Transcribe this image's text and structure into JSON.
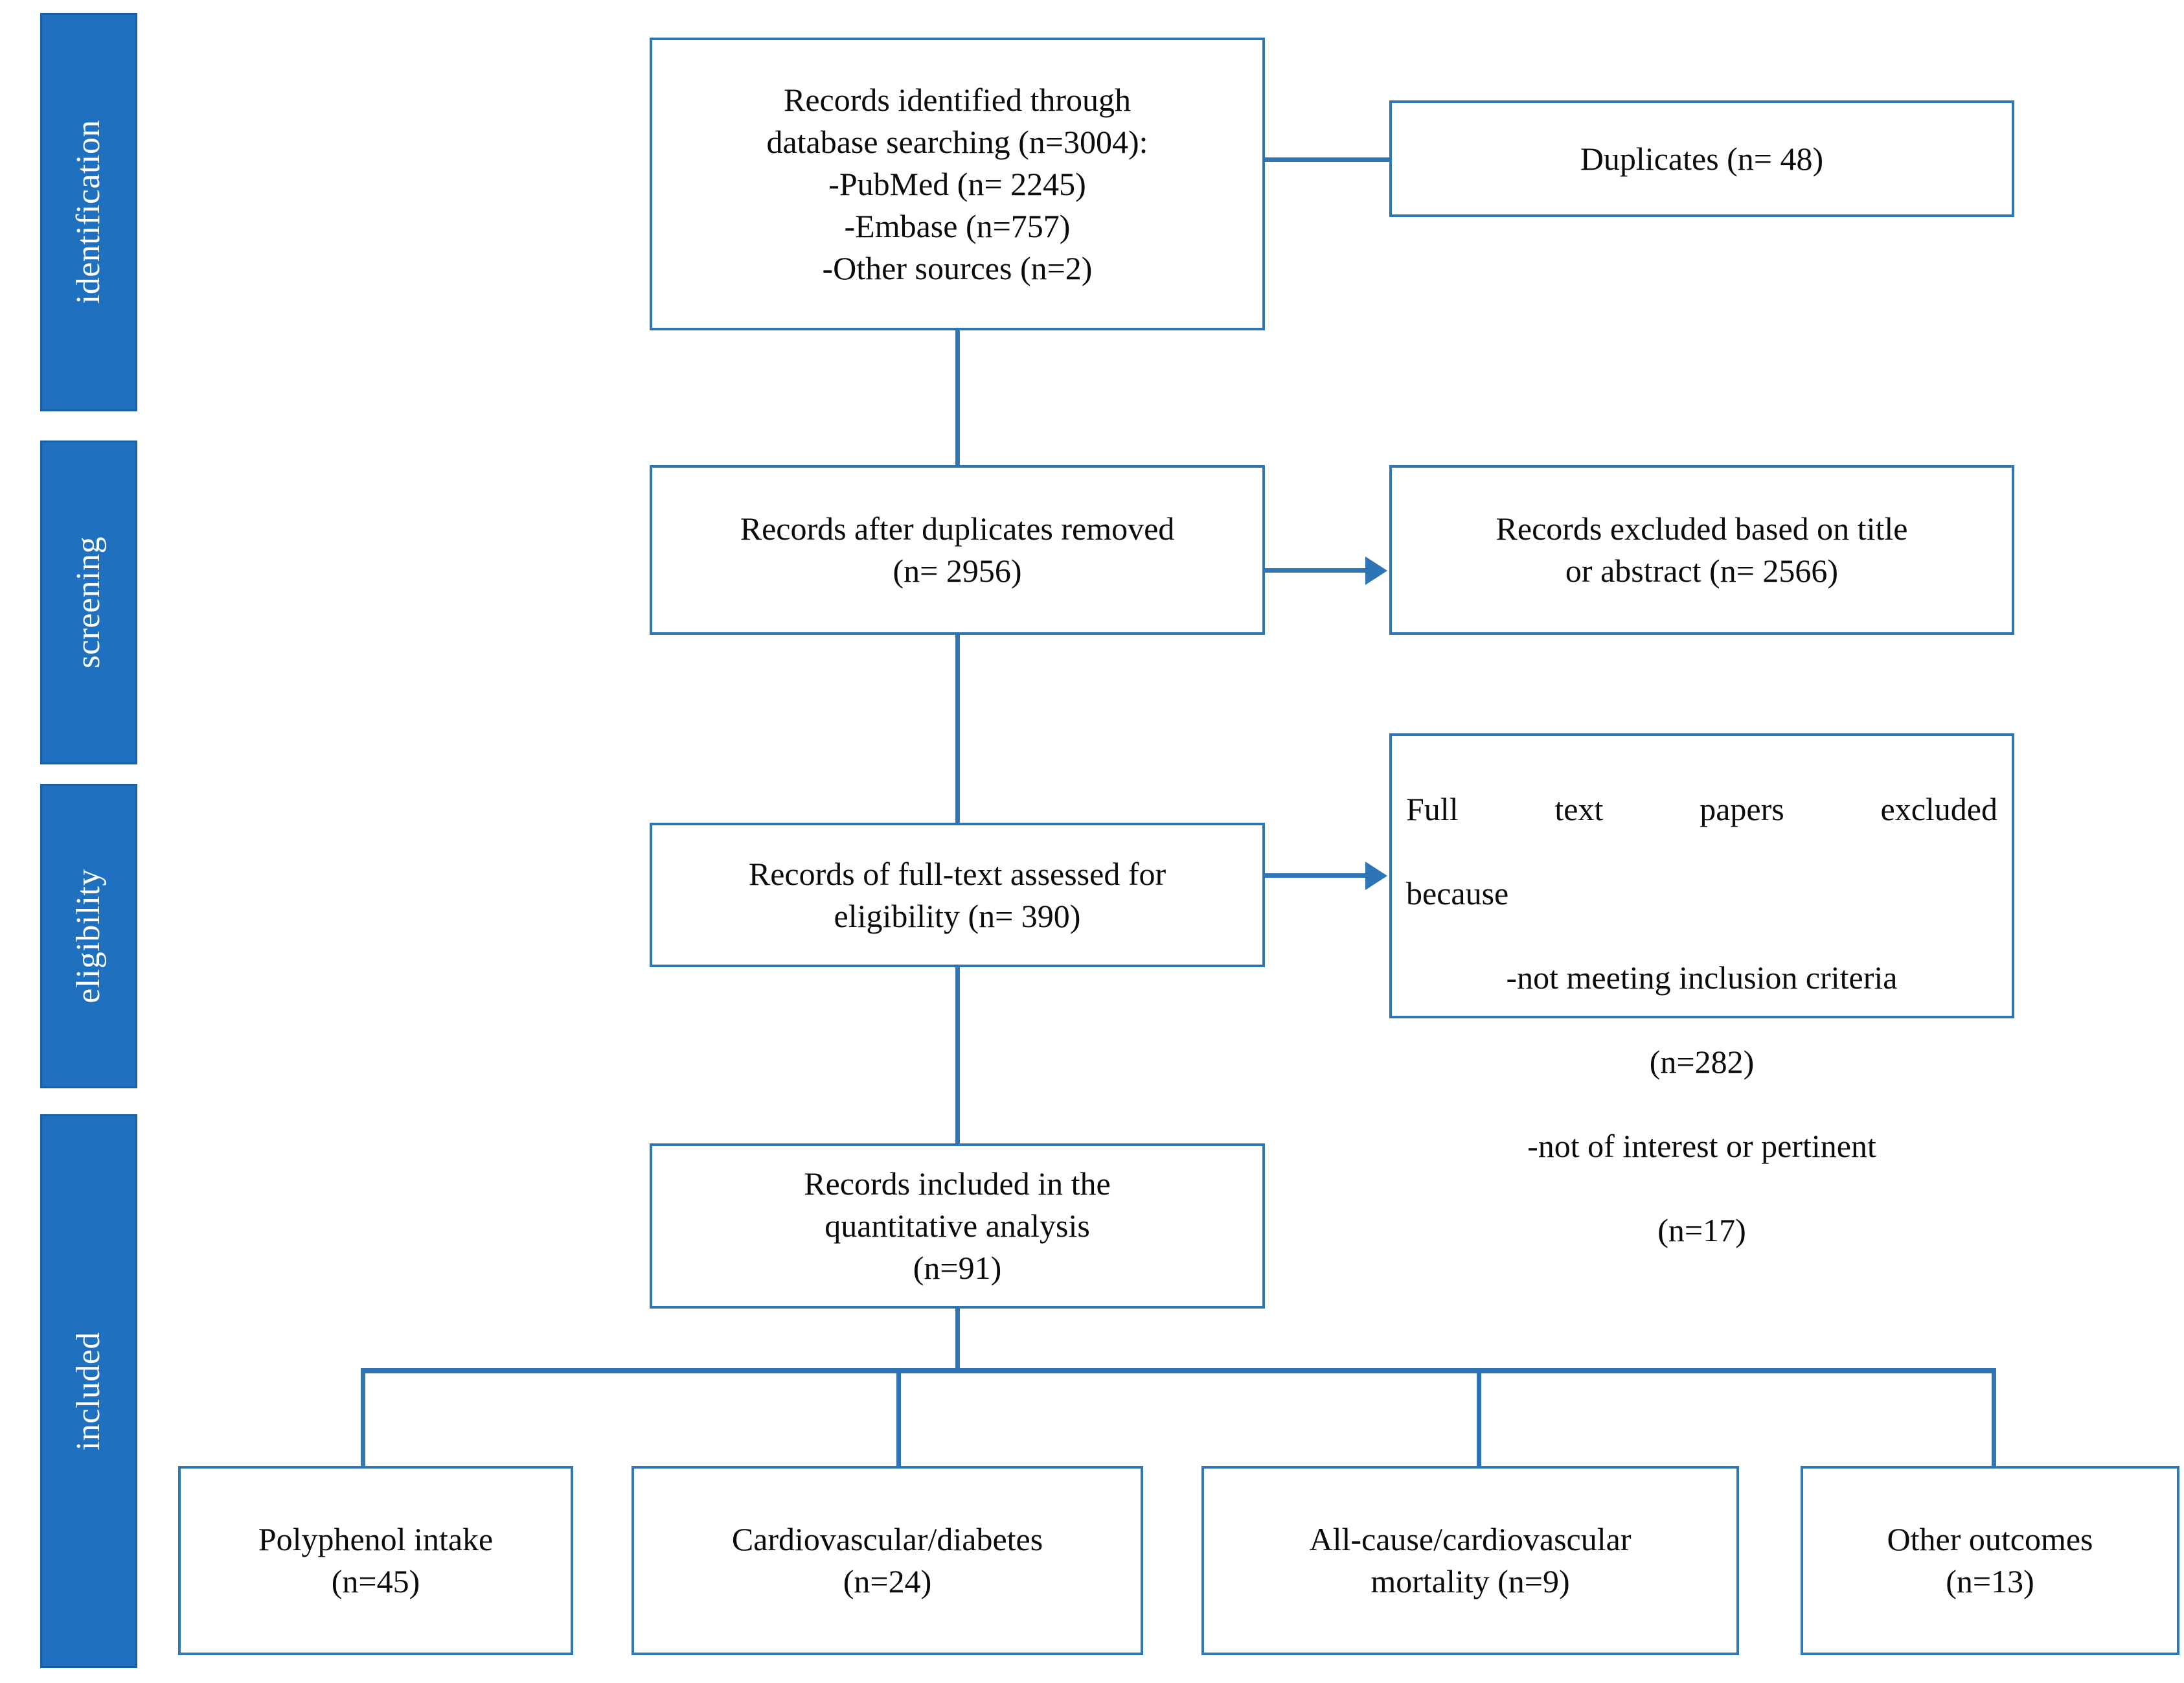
{
  "diagram": {
    "title": "PRISMA flow diagram",
    "accent_color": "#2070C0",
    "box_border_color": "#2E75B6",
    "connector_color": "#2E75B6",
    "stage_text_color": "#ffffff"
  },
  "stages": [
    {
      "id": "identification",
      "label": "identification"
    },
    {
      "id": "screening",
      "label": "screening"
    },
    {
      "id": "eligibility",
      "label": "eligibility"
    },
    {
      "id": "included",
      "label": "included"
    }
  ],
  "boxes": {
    "identified": {
      "text": "Records identified through\ndatabase searching (n=3004):\n-PubMed (n= 2245)\n-Embase (n=757)\n-Other sources (n=2)",
      "n_total": 3004,
      "sources": [
        {
          "name": "PubMed",
          "n": 2245
        },
        {
          "name": "Embase",
          "n": 757
        },
        {
          "name": "Other sources",
          "n": 2
        }
      ]
    },
    "duplicates": {
      "text": "Duplicates (n= 48)",
      "n": 48
    },
    "after_duplicates": {
      "text": "Records after duplicates removed\n(n= 2956)",
      "n": 2956
    },
    "excluded_title_abstract": {
      "text": "Records excluded based on title\nor abstract (n= 2566)",
      "n": 2566
    },
    "fulltext_assessed": {
      "text": "Records of full-text assessed for\neligibility (n= 390)",
      "n": 390
    },
    "fulltext_excluded": {
      "line1": "Full text papers excluded",
      "line2": "because",
      "line3": " -not meeting inclusion criteria",
      "line4": "(n=282)",
      "line5": "-not of interest or pertinent",
      "line6": "(n=17)",
      "n_not_meeting_inclusion": 282,
      "n_not_of_interest": 17
    },
    "included_quantitative": {
      "text": "Records included in the\nquantitative analysis\n(n=91)",
      "n": 91
    }
  },
  "outcomes": [
    {
      "id": "polyphenol-intake",
      "text": "Polyphenol intake\n(n=45)",
      "label": "Polyphenol intake",
      "n": 45
    },
    {
      "id": "cardiovascular-diabetes",
      "text": "Cardiovascular/diabetes\n(n=24)",
      "label": "Cardiovascular/diabetes",
      "n": 24
    },
    {
      "id": "all-cause-cardiovascular-mortality",
      "text": "All-cause/cardiovascular\nmortality (n=9)",
      "label": "All-cause/cardiovascular mortality",
      "n": 9
    },
    {
      "id": "other-outcomes",
      "text": "Other outcomes\n(n=13)",
      "label": "Other outcomes",
      "n": 13
    }
  ]
}
